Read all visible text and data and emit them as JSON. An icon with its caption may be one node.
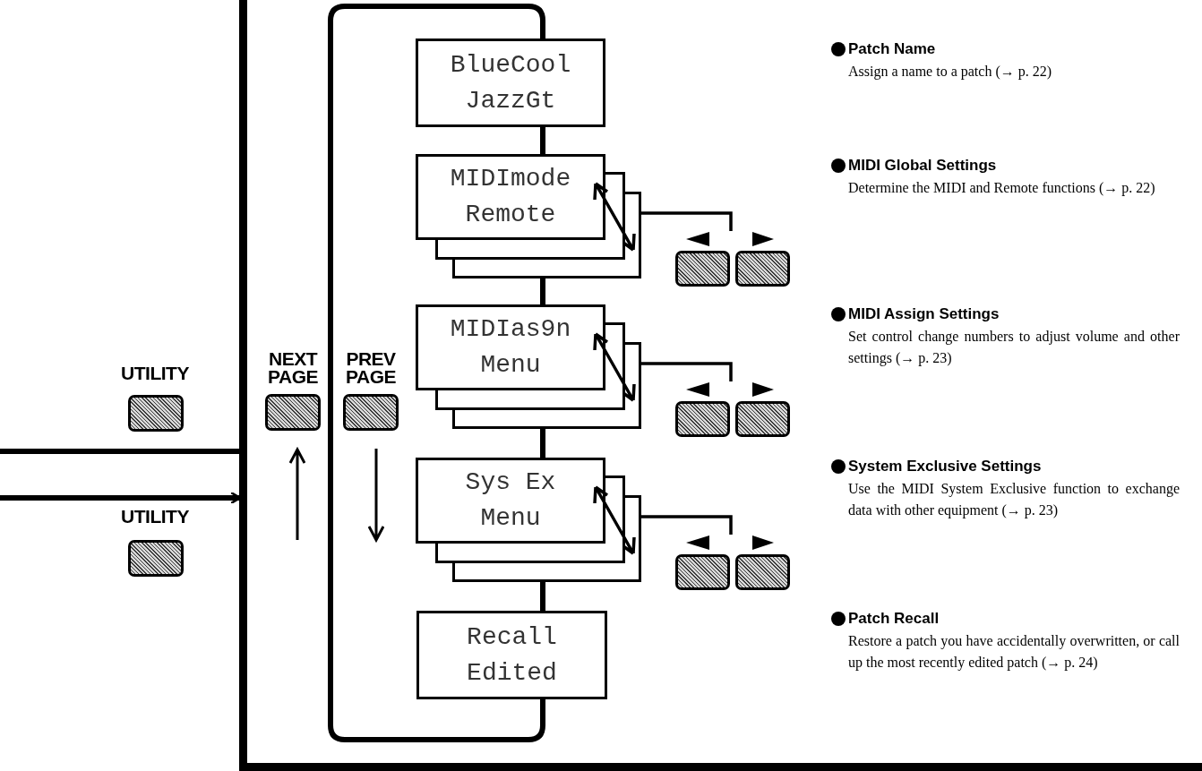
{
  "diagram": {
    "nodes": [
      {
        "text": [],
        "shape": "box"
      },
      {
        "text": [
          "BlueCool",
          "JazzGt"
        ],
        "in": 0
      },
      {
        "text": [
          "MIDImode",
          "Remote"
        ],
        "in": 0
      },
      {
        "text": [
          "MIDIas9n",
          "Menu"
        ],
        "in": 0
      },
      {
        "text": [
          "Sys Ex",
          "Menu"
        ],
        "in": 0
      },
      {
        "text": [
          "Recall",
          "Edited"
        ],
        "in": 0
      },
      {
        "text": [],
        "shape": "button",
        "in": 0
      },
      {
        "text": [],
        "shape": "button",
        "in": 0
      },
      {
        "text": [],
        "shape": "button",
        "in": 0
      }
    ],
    "edges": [
      {
        "from": null,
        "to": 0,
        "arrow": "none"
      },
      {
        "from": null,
        "to": 0,
        "arrow": "to"
      },
      {
        "from": 1,
        "to": 2,
        "arrow": "none"
      },
      {
        "from": 2,
        "to": 3,
        "arrow": "none"
      },
      {
        "from": 3,
        "to": 4,
        "arrow": "none"
      },
      {
        "from": 4,
        "to": 5,
        "arrow": "none"
      },
      {
        "from": 5,
        "to": 1,
        "arrow": "none"
      },
      {
        "from": 2,
        "to": 6,
        "arrow": "none"
      },
      {
        "from": 3,
        "to": 7,
        "arrow": "none"
      },
      {
        "from": 4,
        "to": 8,
        "arrow": "none"
      }
    ],
    "labels": [
      "UTILITY",
      "NEXT PAGE",
      "PREV PAGE",
      "UTILITY",
      "Patch Name",
      "Assign a name to a patch (→ p. 22)",
      "MIDI Global Settings",
      "Determine the MIDI and Remote functions (→ p. 22)",
      "MIDI Assign Settings",
      "Set control change numbers to adjust volume and other settings (→ p. 23)",
      "System Exclusive Settings",
      "Use the MIDI System Exclusive function to exchange data with other equipment (→ p. 23)",
      "Patch Recall",
      "Restore a patch you have accidentally overwritten, or call up the most recently edited patch (→ p. 24)"
    ]
  }
}
